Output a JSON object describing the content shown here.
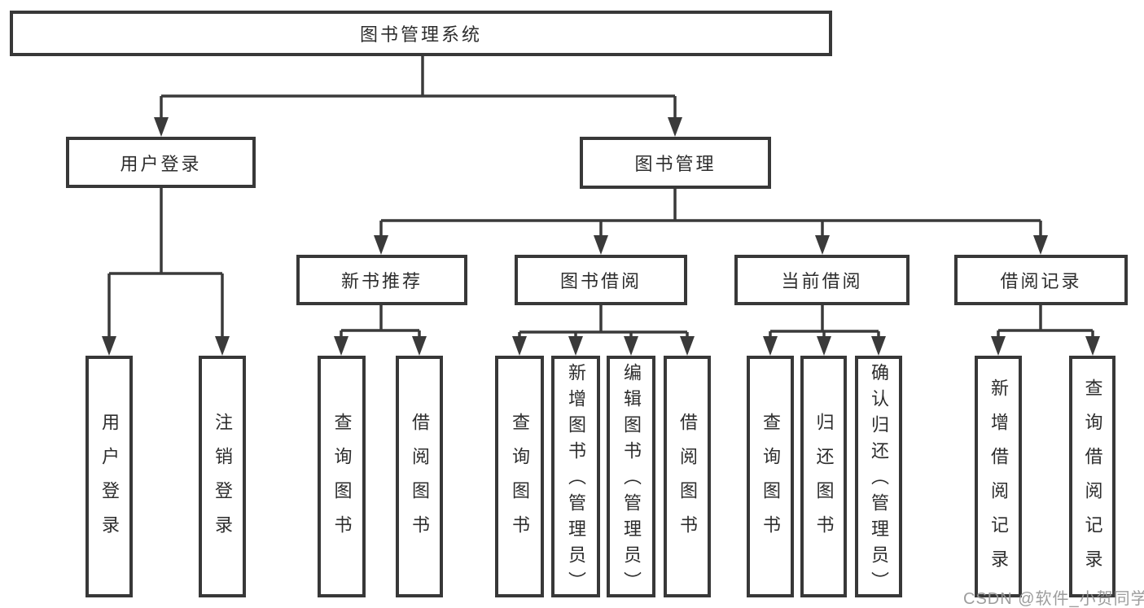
{
  "root": {
    "label": "图书管理系统"
  },
  "branches": {
    "user_login": {
      "label": "用户登录",
      "children": {
        "login": {
          "label": "用户登录"
        },
        "logout": {
          "label": "注销登录"
        }
      }
    },
    "book_management": {
      "label": "图书管理",
      "children": {
        "new_book_recommend": {
          "label": "新书推荐",
          "children": {
            "query_books": {
              "label": "查询图书"
            },
            "borrow_books": {
              "label": "借阅图书"
            }
          }
        },
        "book_borrowing": {
          "label": "图书借阅",
          "children": {
            "query_books": {
              "label": "查询图书"
            },
            "add_books_admin": {
              "label": "新增图书（管理员）"
            },
            "edit_books_admin": {
              "label": "编辑图书（管理员）"
            },
            "borrow_books": {
              "label": "借阅图书"
            }
          }
        },
        "current_borrowing": {
          "label": "当前借阅",
          "children": {
            "query_books": {
              "label": "查询图书"
            },
            "return_books": {
              "label": "归还图书"
            },
            "confirm_return_admin": {
              "label": "确认归还（管理员）"
            }
          }
        },
        "borrowing_records": {
          "label": "借阅记录",
          "children": {
            "add_borrow_record": {
              "label": "新增借阅记录"
            },
            "query_borrow_record": {
              "label": "查询借阅记录"
            }
          }
        }
      }
    }
  },
  "watermark": "CSDN @软件_小贺同学",
  "colors": {
    "line": "#3a3a3a",
    "box_border": "#383838",
    "text": "#2d2d2d",
    "watermark": "#989898",
    "background": "#ffffff"
  }
}
